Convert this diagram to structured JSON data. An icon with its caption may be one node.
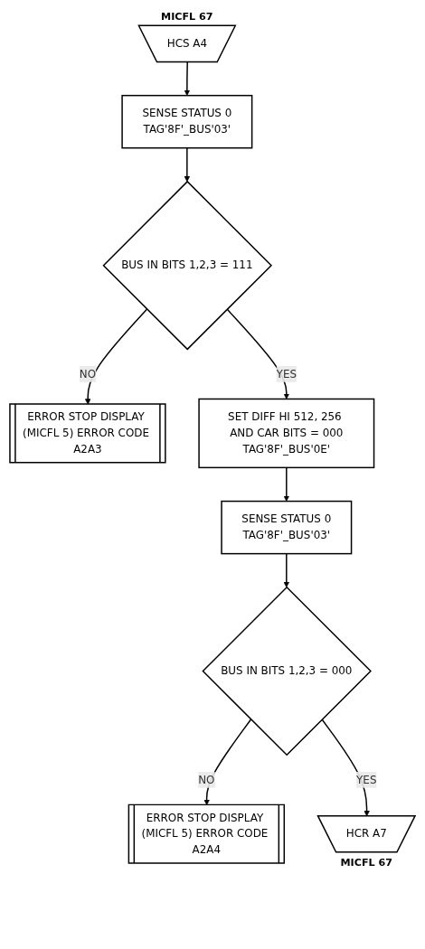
{
  "diagram": {
    "nodes": [
      {
        "text": [
          "HCS A4"
        ],
        "beside": [
          "MICFL 67"
        ]
      },
      {
        "text": [
          "SENSE STATUS 0",
          "TAG'8F'_BUS'03'"
        ]
      },
      {
        "text": [
          "BUS IN BITS 1,2,3 = 111"
        ]
      },
      {
        "text": [
          "ERROR STOP DISPLAY (MICFL 5) ERROR CODE A2A3"
        ]
      },
      {
        "text": [
          "SET DIFF HI 512, 256 AND CAR BITS = 000",
          "TAG'8F'_BUS'0E'"
        ]
      },
      {
        "text": [
          "SENSE STATUS 0",
          "TAG'8F'_BUS'03'"
        ]
      },
      {
        "text": [
          "BUS IN BITS 1,2,3 = 000"
        ]
      },
      {
        "text": [
          "ERROR STOP DISPLAY (MICFL 5) ERROR CODE A2A4"
        ]
      },
      {
        "text": [
          "HCR A7"
        ],
        "beside": [
          "MICFL 67"
        ]
      }
    ],
    "edges": [
      {
        "from": 0,
        "to": 1,
        "arrow": "to"
      },
      {
        "from": 1,
        "to": 2,
        "arrow": "to"
      },
      {
        "from": 2,
        "to": 3,
        "label": "NO",
        "arrow": "to"
      },
      {
        "from": 2,
        "to": 4,
        "label": "YES",
        "arrow": "to"
      },
      {
        "from": 4,
        "to": 5,
        "arrow": "to"
      },
      {
        "from": 5,
        "to": 6,
        "arrow": "to"
      },
      {
        "from": 6,
        "to": 7,
        "label": "NO",
        "arrow": "to"
      },
      {
        "from": 6,
        "to": 8,
        "label": "YES",
        "arrow": "to"
      }
    ]
  }
}
